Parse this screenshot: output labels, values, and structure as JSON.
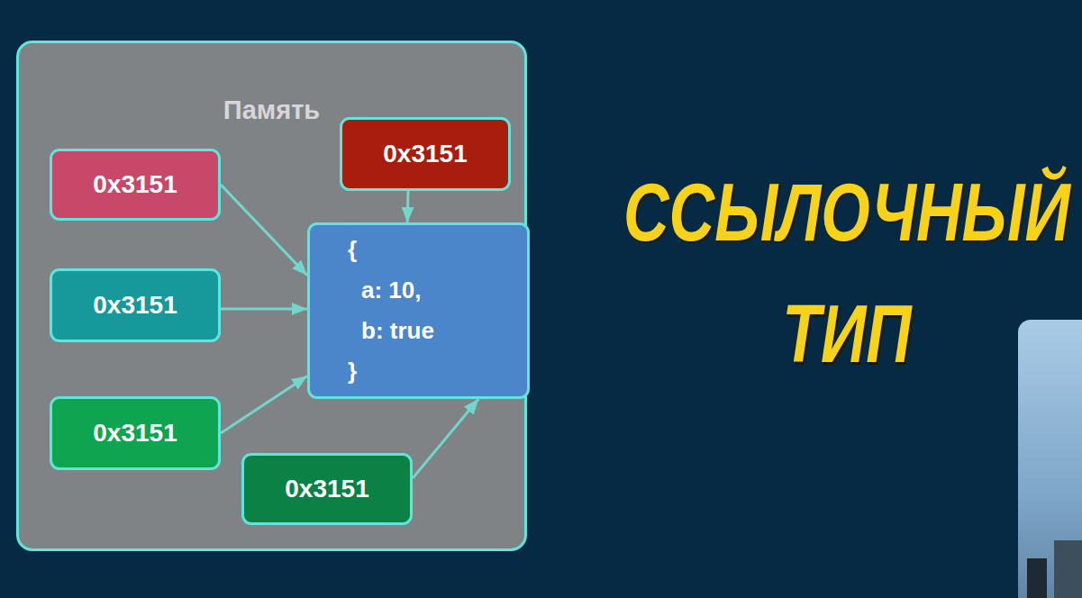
{
  "diagram": {
    "title": "ССЫЛОЧНЫЙ ТИП",
    "nodes": [
      {
        "text": [
          "Память"
        ]
      },
      {
        "text": [
          "0x3151"
        ],
        "in": 0
      },
      {
        "text": [
          "0x3151"
        ],
        "in": 0
      },
      {
        "text": [
          "{",
          "a: 10,",
          "b: true",
          "}"
        ],
        "in": 0
      },
      {
        "text": [
          "0x3151"
        ],
        "in": 0
      },
      {
        "text": [
          "0x3151"
        ],
        "in": 0
      },
      {
        "text": [
          "0x3151"
        ],
        "in": 0
      }
    ],
    "edges": [
      {
        "from": 1,
        "to": 3,
        "arrow": "to"
      },
      {
        "from": 2,
        "to": 3,
        "arrow": "to"
      },
      {
        "from": 4,
        "to": 3,
        "arrow": "to"
      },
      {
        "from": 5,
        "to": 3,
        "arrow": "to"
      },
      {
        "from": 6,
        "to": 3,
        "arrow": "to"
      }
    ]
  }
}
